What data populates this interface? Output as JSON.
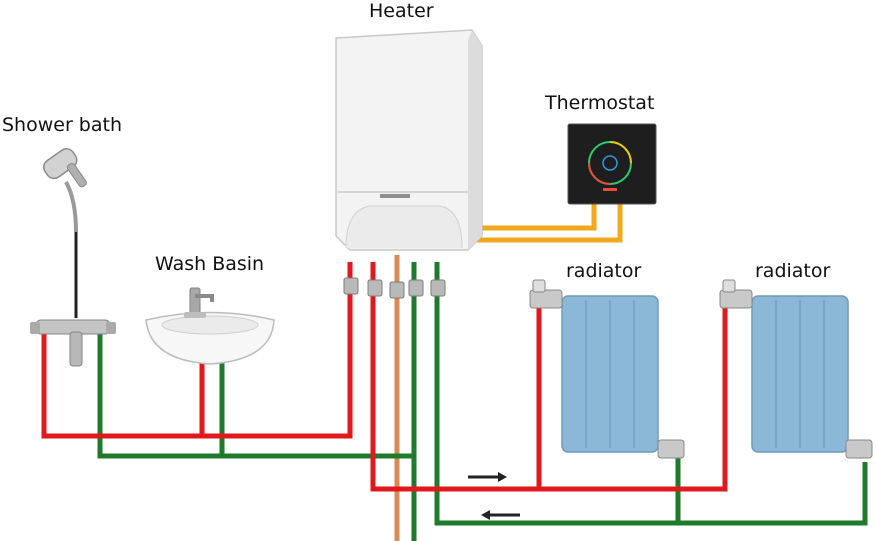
{
  "labels": {
    "heater": "Heater",
    "thermostat": "Thermostat",
    "shower": "Shower bath",
    "wash_basin": "Wash Basin",
    "radiator_1": "radiator",
    "radiator_2": "radiator"
  },
  "colors": {
    "hot_pipe": "#e0191d",
    "return_pipe": "#1f7a2c",
    "gas_pipe": "#d98a50",
    "control_wire": "#f0a81c",
    "radiator": "#8ab8d6",
    "heater_body": "#f3f3f3",
    "thermostat_body": "#1e1e1e"
  },
  "icons": {
    "heater": "boiler-icon",
    "thermostat": "thermostat-icon",
    "shower": "shower-icon",
    "wash_basin": "sink-icon",
    "radiator": "radiator-icon",
    "flow_arrow": "arrow-icon"
  }
}
